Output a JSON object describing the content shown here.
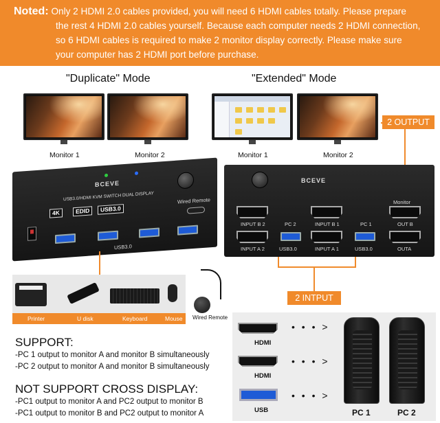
{
  "notice": {
    "tag": "Noted:",
    "line1": "Only 2 HDMI 2.0 cables provided, you will need 6 HDMI cables totally. Please prepare",
    "line2": "the rest 4 HDMI 2.0 cables yourself. Because each computer needs 2 HDMI connection,",
    "line3": "so 6 HDMI cables is required to make 2 monitor display correctly. Please make sure",
    "line4": "your computer has 2 HDMI port before purchase."
  },
  "modes": {
    "duplicate": "\"Duplicate\" Mode",
    "extended": "\"Extended\" Mode"
  },
  "monitors": {
    "dup1": "Monitor 1",
    "dup2": "Monitor 2",
    "ext1": "Monitor 1",
    "ext2": "Monitor 2"
  },
  "output_label": "2 OUTPUT",
  "input_label": "2 INTPUT",
  "front_panel": {
    "brand": "BCEVE",
    "model_text": "USB3.0/HDMI KVM SWITCH DUAL DISPLAY",
    "badge_4k": "4K",
    "badge_edid": "EDID",
    "badge_usb": "USB3.0",
    "wired_remote": "Wired Remote",
    "usb_label": "USB3.0"
  },
  "back_panel": {
    "brand": "BCEVE",
    "monitor": "Monitor",
    "input_b2": "INPUT B 2",
    "pc2": "PC 2",
    "input_b1": "INPUT B 1",
    "pc1": "PC 1",
    "out_b": "OUT B",
    "input_a2": "INPUT A 2",
    "usb_a": "USB3.0",
    "input_a1": "INPUT A 1",
    "usb_b": "USB3.0",
    "out_a": "OUTA"
  },
  "peripherals": {
    "printer": "Printer",
    "udisk": "U disk",
    "keyboard": "Keyboard",
    "mouse": "Mouse",
    "remote": "Wired Remote"
  },
  "support": {
    "title": "SUPPORT:",
    "line1": "-PC 1 output to monitor A and monitor B simultaneously",
    "line2": "-PC 2 output to monitor A and monitor B simultaneously"
  },
  "not_support": {
    "title": "NOT SUPPORT CROSS DISPLAY:",
    "line1": "-PC1 output to monitor A and PC2 output to monitor B",
    "line2": "-PC1 output to monitor B and PC2 output to monitor A"
  },
  "diagram": {
    "hdmi1": "HDMI",
    "hdmi2": "HDMI",
    "usb": "USB",
    "dots": "• • • >",
    "pc1": "PC 1",
    "pc2": "PC 2"
  },
  "colors": {
    "accent": "#f08a2b",
    "usb_blue": "#1e5bd6"
  }
}
